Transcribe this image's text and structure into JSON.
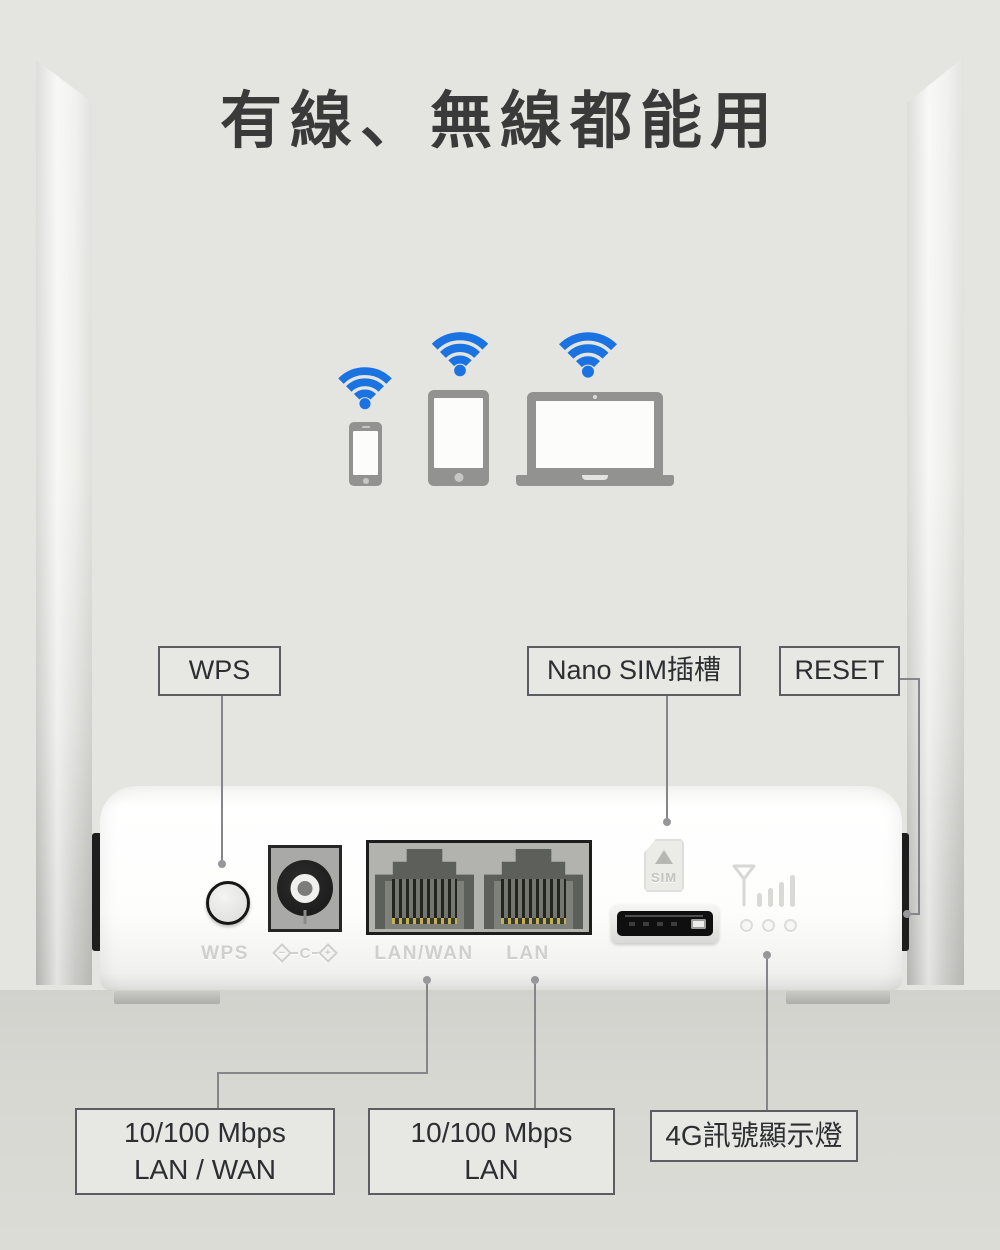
{
  "title": "有線、無線都能用",
  "callouts": {
    "wps": "WPS",
    "nano_sim": "Nano SIM插槽",
    "reset": "RESET",
    "lan_wan": {
      "line1": "10/100 Mbps",
      "line2": "LAN / WAN"
    },
    "lan": {
      "line1": "10/100 Mbps",
      "line2": "LAN"
    },
    "signal_4g": "4G訊號顯示燈"
  },
  "panel": {
    "wps_label": "WPS",
    "lan_wan_label": "LAN/WAN",
    "lan_label": "LAN",
    "sim_label": "SIM",
    "power_minus": "−",
    "power_center": "C",
    "power_plus": "+"
  },
  "colors": {
    "wifi_blue": "#1b73e2",
    "device_gray": "#929290",
    "background": "#e4e4e1",
    "floor": "#d6d6d1",
    "callout_border": "#5c5d62",
    "connector_line": "#85858a",
    "emboss_text": "#cfcfcc"
  }
}
